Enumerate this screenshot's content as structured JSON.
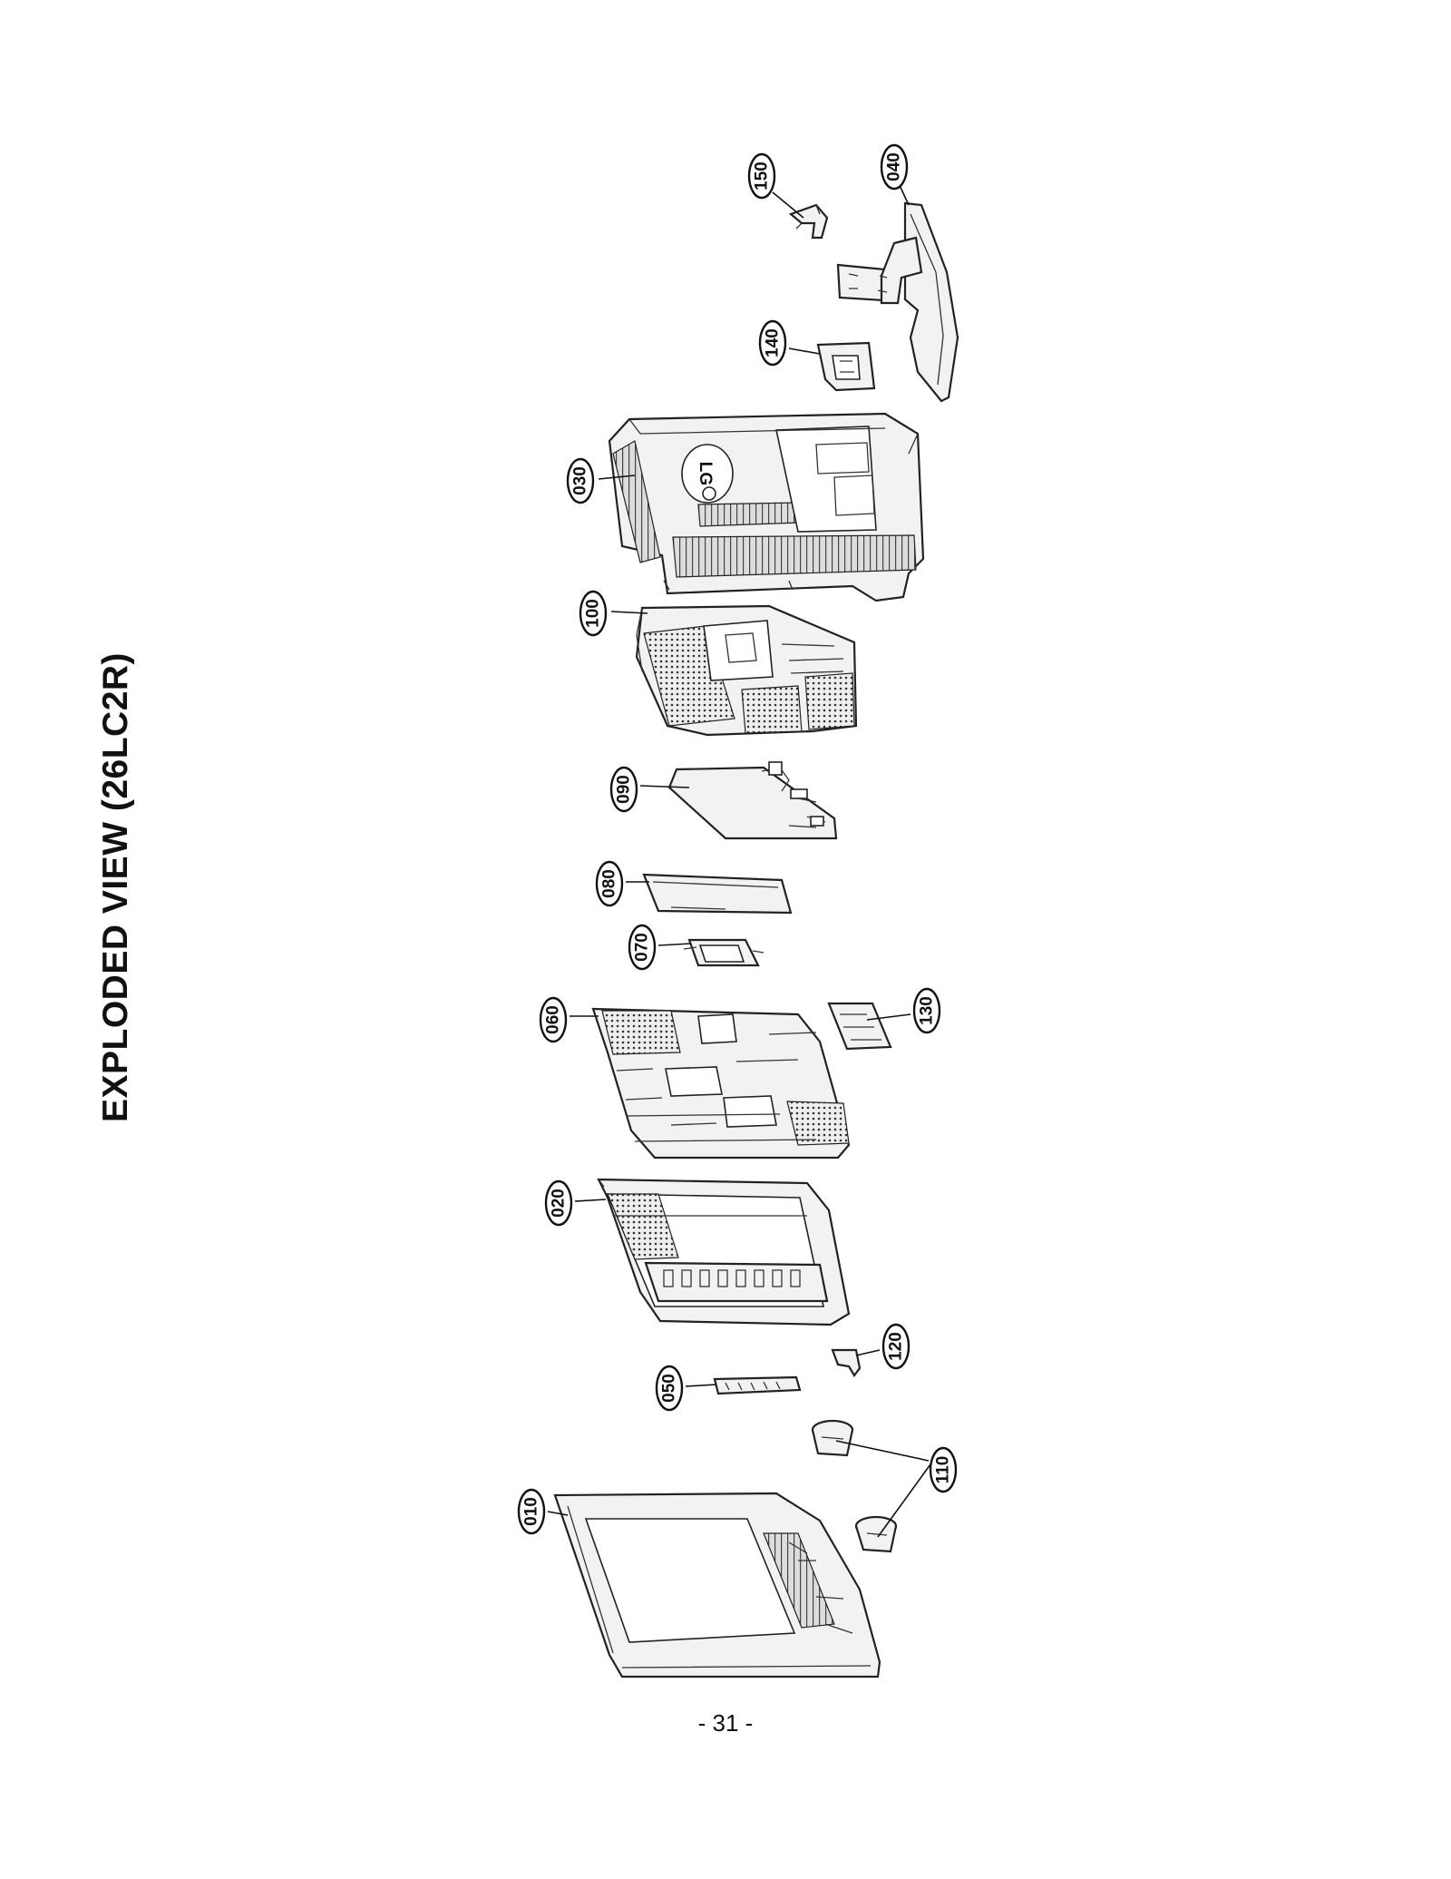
{
  "title": "EXPLODED VIEW (26LC2R)",
  "page_number": "- 31 -",
  "callouts": [
    "150",
    "040",
    "140",
    "030",
    "100",
    "090",
    "080",
    "070",
    "060",
    "130",
    "020",
    "120",
    "050",
    "110",
    "010"
  ],
  "logo_text": "LG"
}
